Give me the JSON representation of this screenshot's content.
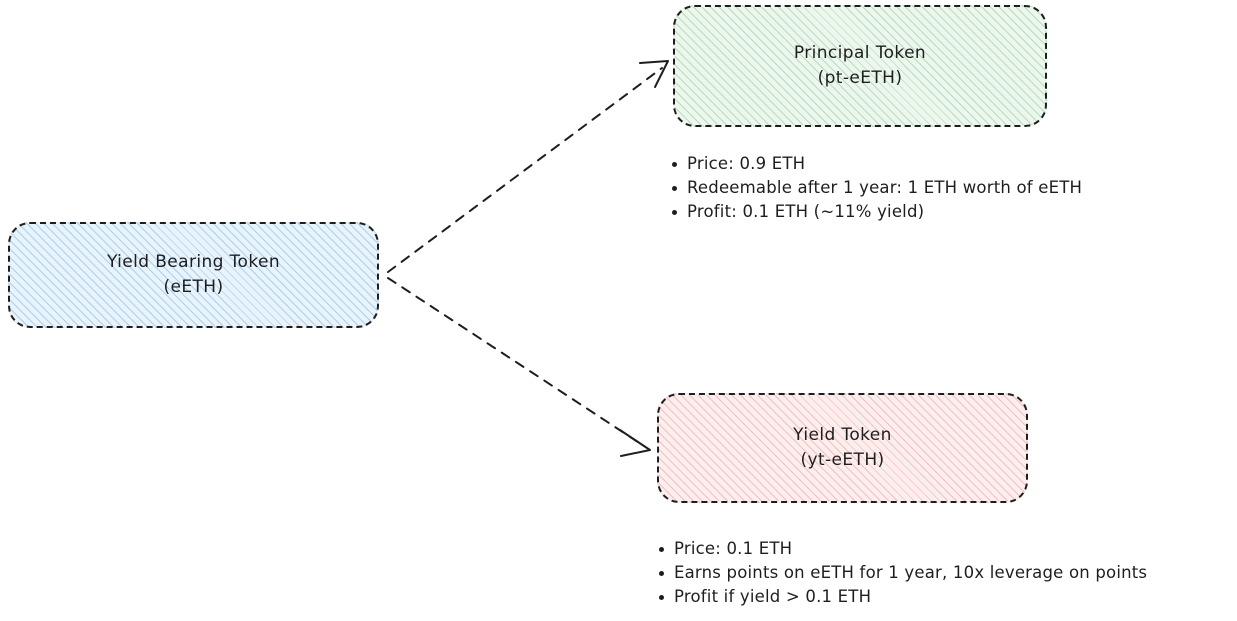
{
  "diagram": {
    "background_color": "#ffffff",
    "text_color": "#1e1e1e",
    "nodes": [
      {
        "id": "source",
        "title": "Yield Bearing Token",
        "subtitle": "(eETH)",
        "fill_color": "#e8f3fc",
        "hatch_color": "#78b4e1",
        "border_style": "dashed"
      },
      {
        "id": "principal-token",
        "title": "Principal Token",
        "subtitle": "(pt-eETH)",
        "fill_color": "#eef7ee",
        "hatch_color": "#6ebe82",
        "border_style": "dashed"
      },
      {
        "id": "yield-token",
        "title": "Yield Token",
        "subtitle": "(yt-eETH)",
        "fill_color": "#fdeeee",
        "hatch_color": "#e28282",
        "border_style": "dashed"
      }
    ],
    "principal_token_facts": [
      "Price: 0.9 ETH",
      "Redeemable after 1 year: 1 ETH worth of eETH",
      "Profit: 0.1 ETH (~11% yield)"
    ],
    "yield_token_facts": [
      "Price: 0.1 ETH",
      "Earns points on eETH for 1 year, 10x leverage on points",
      "Profit if yield > 0.1 ETH"
    ],
    "edges": [
      {
        "id": "source-to-principal",
        "from": "source",
        "to": "principal-token",
        "style": "dashed",
        "arrowhead": true
      },
      {
        "id": "source-to-yield",
        "from": "source",
        "to": "yield-token",
        "style": "dashed",
        "arrowhead": true
      }
    ]
  }
}
